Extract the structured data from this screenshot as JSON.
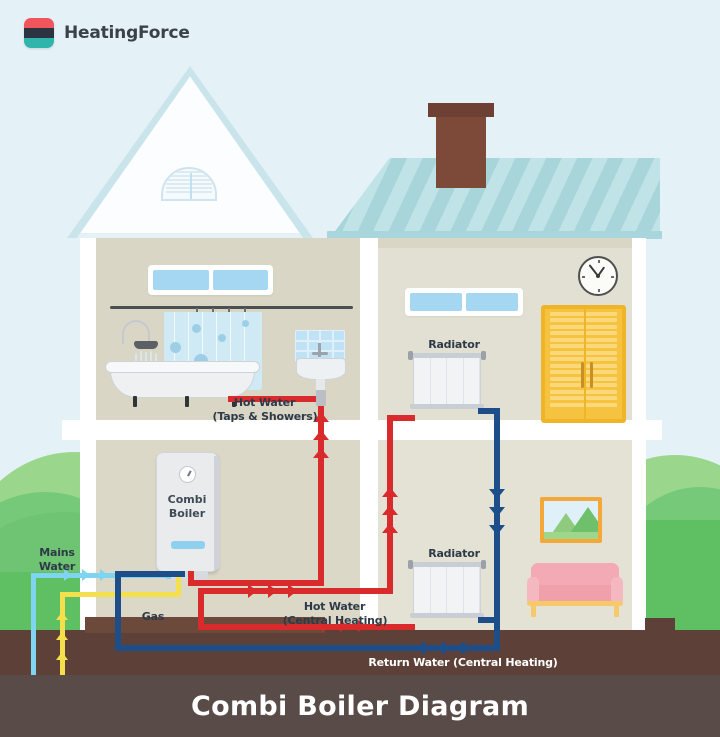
{
  "brand": {
    "name": "HeatingForce",
    "logo_colors": [
      "#f1565c",
      "#2b3440",
      "#2fb5ac"
    ],
    "logo_icon": "heatingforce-logo-icon"
  },
  "title": {
    "text": "Combi Boiler Diagram",
    "bar_color": "#584b48",
    "text_color": "#ffffff"
  },
  "diagram": {
    "type": "illustration",
    "subject": "cutaway house showing combi boiler plumbing",
    "labels": {
      "mains_water": "Mains\nWater",
      "mains_water_line1": "Mains",
      "mains_water_line2": "Water",
      "gas": "Gas",
      "combi_boiler_line1": "Combi",
      "combi_boiler_line2": "Boiler",
      "hot_water_taps_line1": "Hot Water",
      "hot_water_taps_line2": "(Taps & Showers)",
      "hot_water_ch_line1": "Hot Water",
      "hot_water_ch_line2": "(Central Heating)",
      "return_water": "Return Water (Central Heating)",
      "radiator_upstairs": "Radiator",
      "radiator_downstairs": "Radiator"
    },
    "pipe_legend": [
      {
        "name": "mains-water-pipe",
        "color": "#7fd4f2",
        "direction": "into house",
        "label": "Mains Water"
      },
      {
        "name": "gas-supply-pipe",
        "color": "#f4e04d",
        "direction": "up into boiler",
        "label": "Gas"
      },
      {
        "name": "hot-water-flow-pipe",
        "color": "#d92b2b",
        "direction": "out of boiler",
        "label": "Hot Water"
      },
      {
        "name": "return-water-pipe",
        "color": "#1d4e89",
        "direction": "back to boiler",
        "label": "Return Water (Central Heating)"
      }
    ],
    "palette": {
      "sky": "#e4f2f7",
      "grass_back": "#8ed17e",
      "grass_front": "#5fbf63",
      "roof": "#b8dde2",
      "roof_stripe": "#9fd0d6",
      "chimney": "#7d4a3a",
      "wall_upper": "#d9d6c6",
      "wall_lower": "#e2e0d2",
      "ground": "#5d4037",
      "window_glass": "#a6d7f2",
      "wardrobe": "#f5c340",
      "sofa": "#f3aab4",
      "picture_frame": "#f3a93a"
    },
    "fixtures": [
      {
        "name": "bathtub",
        "room": "bathroom"
      },
      {
        "name": "shower",
        "room": "bathroom"
      },
      {
        "name": "shower-curtain",
        "room": "bathroom"
      },
      {
        "name": "sink",
        "room": "bathroom"
      },
      {
        "name": "wall-clock",
        "room": "bedroom"
      },
      {
        "name": "wardrobe",
        "room": "bedroom"
      },
      {
        "name": "radiator",
        "room": "bedroom"
      },
      {
        "name": "combi-boiler",
        "room": "utility"
      },
      {
        "name": "radiator",
        "room": "living-room"
      },
      {
        "name": "sofa",
        "room": "living-room"
      },
      {
        "name": "framed-picture",
        "room": "living-room"
      }
    ]
  }
}
